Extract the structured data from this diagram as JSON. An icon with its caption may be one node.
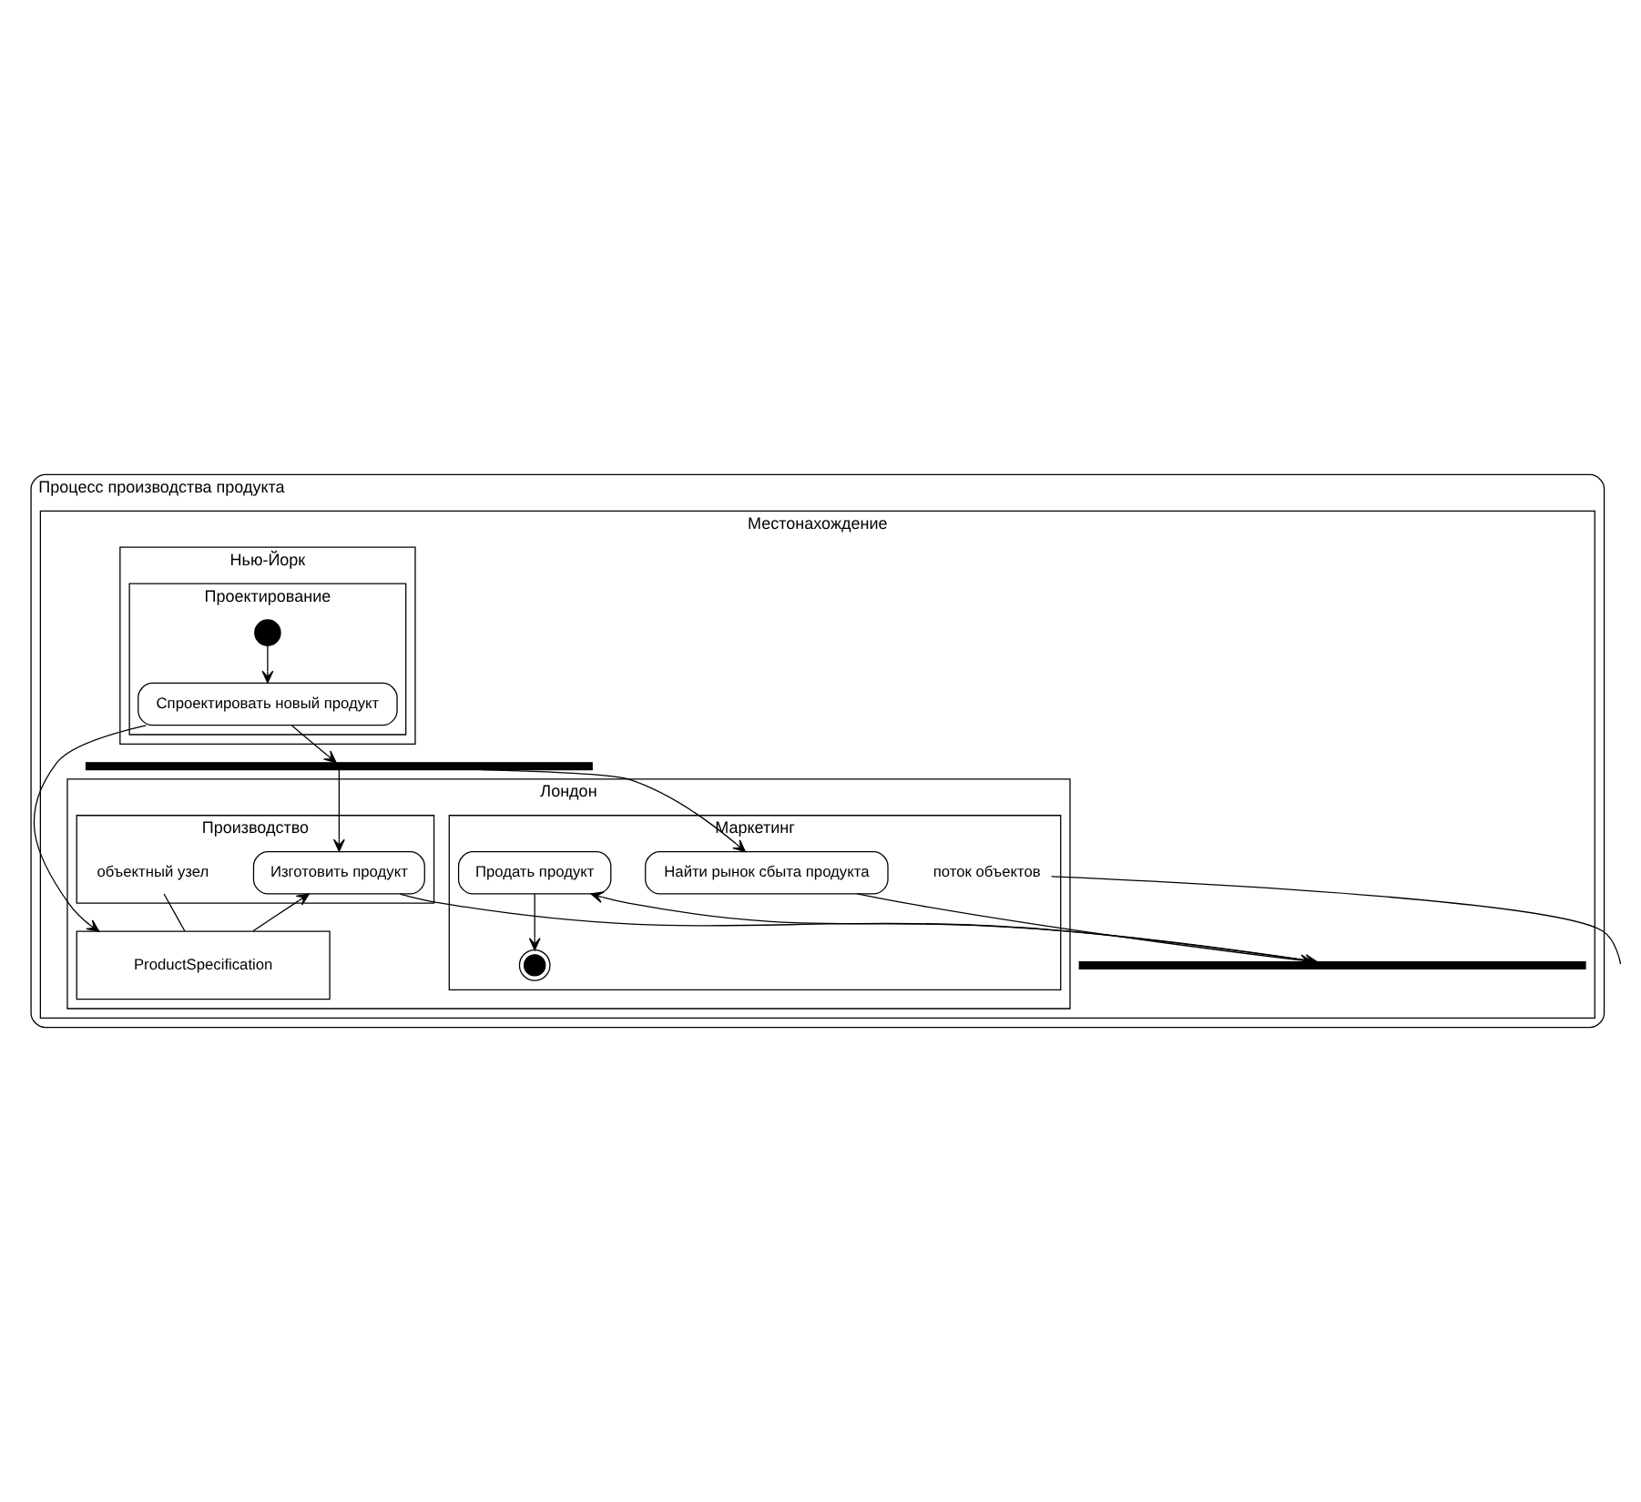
{
  "diagram": {
    "nodes": [
      {
        "text": [
          "Процесс производства продукта"
        ]
      },
      {
        "text": [
          "Местонахождение"
        ],
        "in": 0
      },
      {
        "text": [
          "Нью-Йорк"
        ],
        "in": 1
      },
      {
        "text": [
          "Лондон"
        ],
        "in": 1
      },
      {
        "text": [
          "Проектирование"
        ],
        "in": 2
      },
      {
        "text": [
          "Маркетинг"
        ],
        "in": 3
      },
      {
        "text": [
          "Производство"
        ],
        "in": 3
      },
      {
        "text": [],
        "shape": "circle",
        "in": 4
      },
      {
        "text": [
          "Спроектировать новый продукт"
        ],
        "in": 4
      },
      {
        "text": [
          "ProductSpecification"
        ],
        "in": 3
      },
      {
        "text": [],
        "shape": "bar",
        "in": 1
      },
      {
        "text": [
          "Найти рынок сбыта продукта"
        ],
        "in": 5
      },
      {
        "text": [
          "Изготовить продукт"
        ],
        "in": 6
      },
      {
        "text": [],
        "shape": "bar",
        "in": 1
      },
      {
        "text": [
          "Продать продукт"
        ],
        "in": 5
      },
      {
        "text": [],
        "shape": "circle",
        "in": 5
      },
      {
        "text": [
          "поток объектов"
        ],
        "in": 5
      },
      {
        "text": [
          "объектный узел"
        ],
        "in": 6
      }
    ],
    "edges": [
      {
        "from": 7,
        "to": 8,
        "arrow": "to"
      },
      {
        "from": 8,
        "to": 9,
        "arrow": "to"
      },
      {
        "from": 9,
        "to": 12,
        "arrow": "to"
      },
      {
        "from": 8,
        "to": 10,
        "arrow": "to"
      },
      {
        "from": 10,
        "to": 11,
        "arrow": "to"
      },
      {
        "from": 10,
        "to": 12,
        "arrow": "to"
      },
      {
        "from": 11,
        "to": 13,
        "arrow": "to"
      },
      {
        "from": 12,
        "to": 13,
        "arrow": "to"
      },
      {
        "from": 13,
        "to": 14,
        "arrow": "to"
      },
      {
        "from": 14,
        "to": 15,
        "arrow": "to"
      },
      {
        "from": 16,
        "to": null,
        "arrow": "none"
      },
      {
        "from": 17,
        "to": 9,
        "arrow": "none"
      }
    ]
  }
}
